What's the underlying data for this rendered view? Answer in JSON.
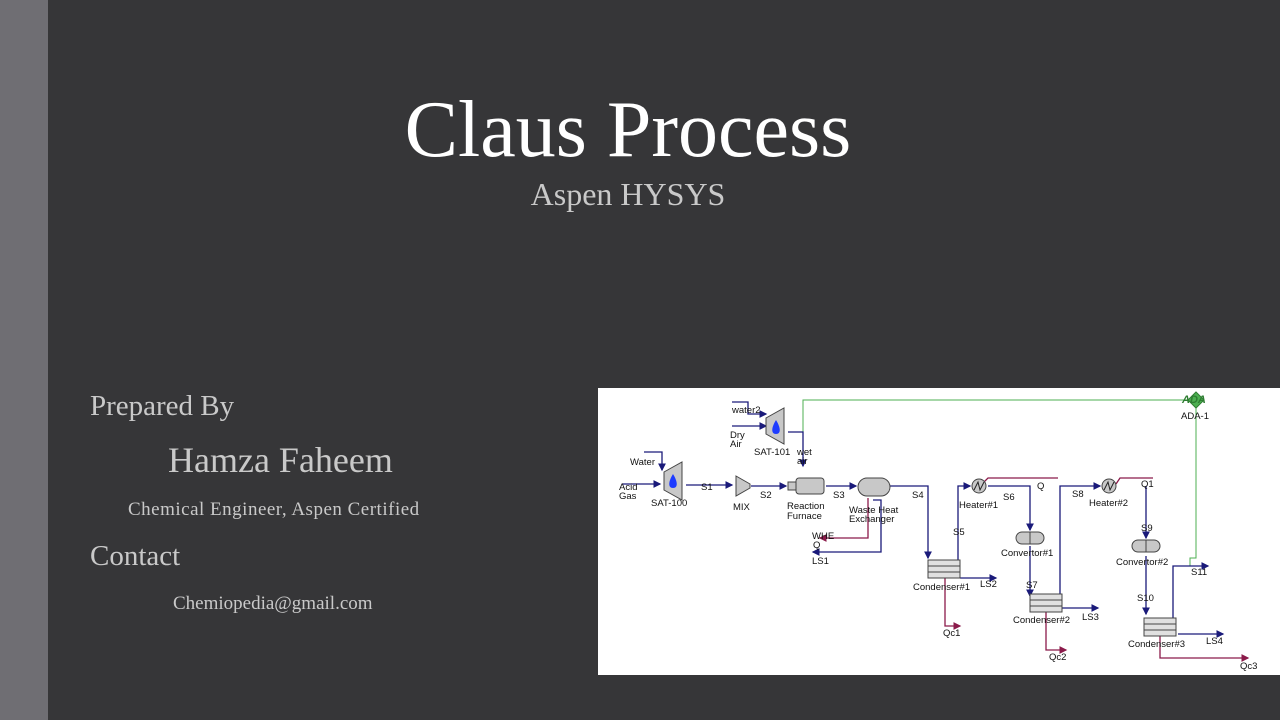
{
  "slide": {
    "title": "Claus Process",
    "subtitle": "Aspen HYSYS",
    "prepared_label": "Prepared By",
    "author_name": "Hamza Faheem",
    "author_role": "Chemical Engineer, Aspen Certified",
    "contact_label": "Contact",
    "contact_email": "Chemiopedia@gmail.com"
  },
  "flowsheet": {
    "units": {
      "sat100": "SAT-100",
      "sat101": "SAT-101",
      "mix": "MIX",
      "furnace_1": "Reaction",
      "furnace_2": "Furnace",
      "whe_1": "Waste Heat",
      "whe_2": "Exchanger",
      "heater1": "Heater#1",
      "heater2": "Heater#2",
      "convertor1": "Convertor#1",
      "convertor2": "Convertor#2",
      "condenser1": "Condenser#1",
      "condenser2": "Condenser#2",
      "condenser3": "Condenser#3",
      "ada_tag": "ADA",
      "ada": "ADA-1"
    },
    "streams": {
      "water2": "water2",
      "dry_air_1": "Dry",
      "dry_air_2": "Air",
      "wet_air_1": "wet",
      "wet_air_2": "air",
      "water": "Water",
      "acid_gas_1": "Acid",
      "acid_gas_2": "Gas",
      "s1": "S1",
      "s2": "S2",
      "s3": "S3",
      "s4": "S4",
      "s5": "S5",
      "s6": "S6",
      "s7": "S7",
      "s8": "S8",
      "s9": "S9",
      "s10": "S10",
      "s11": "S11",
      "whe_q_1": "WHE",
      "whe_q_2": "Q",
      "ls1": "LS1",
      "ls2": "LS2",
      "ls3": "LS3",
      "ls4": "LS4",
      "q": "Q",
      "q1": "Q1",
      "qc1": "Qc1",
      "qc2": "Qc2",
      "qc3": "Qc3"
    },
    "colors": {
      "material_stream": "#1a1a7a",
      "energy_stream": "#8b1a4a",
      "signal_line": "#4caf50",
      "vessel_fill": "#c8c8c8",
      "saturator_drop": "#1e3cff"
    }
  }
}
